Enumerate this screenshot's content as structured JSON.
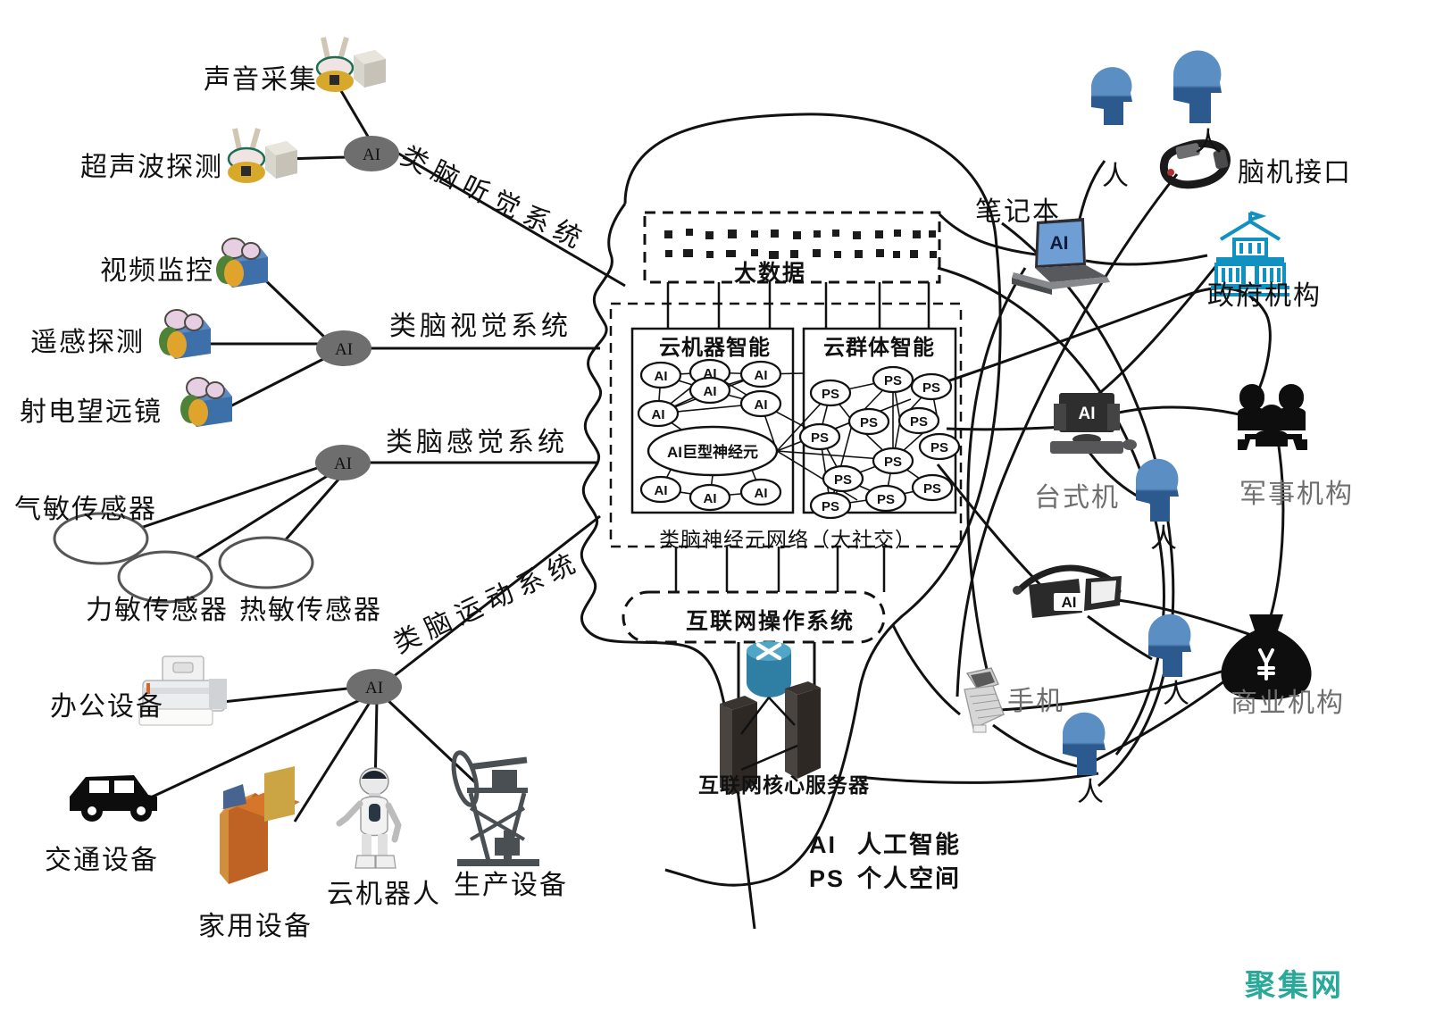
{
  "watermark": {
    "text": "聚集网",
    "color": "#2aa89a"
  },
  "legend": {
    "items": [
      {
        "key": "AI",
        "label": "人工智能"
      },
      {
        "key": "PS",
        "label": "个人空间"
      }
    ]
  },
  "brain": {
    "big_data": {
      "label": "大数据"
    },
    "neuron_network_caption": "类脑神经元网络（大社交）",
    "cloud_machine": {
      "title": "云机器智能",
      "giant_neuron": "AI巨型神经元",
      "nodes": [
        "AI",
        "AI",
        "AI",
        "AI",
        "AI",
        "AI",
        "AI",
        "AI"
      ]
    },
    "cloud_crowd": {
      "title": "云群体智能",
      "nodes": [
        "PS",
        "PS",
        "PS",
        "PS",
        "PS",
        "PS",
        "PS",
        "PS",
        "PS",
        "PS",
        "PS",
        "PS"
      ]
    },
    "internet_os": {
      "label": "互联网操作系统"
    },
    "core_servers": {
      "label": "互联网核心服务器"
    }
  },
  "systems": [
    {
      "name": "auditory",
      "label": "类脑听觉系统"
    },
    {
      "name": "visual",
      "label": "类脑视觉系统"
    },
    {
      "name": "sensory",
      "label": "类脑感觉系统"
    },
    {
      "name": "motor",
      "label": "类脑运动系统"
    }
  ],
  "hubs": [
    {
      "name": "auditory-hub",
      "label": "AI"
    },
    {
      "name": "visual-hub",
      "label": "AI"
    },
    {
      "name": "sensory-hub",
      "label": "AI"
    },
    {
      "name": "motor-hub",
      "label": "AI"
    }
  ],
  "inputs": {
    "auditory": [
      {
        "name": "sound-collection",
        "label": "声音采集",
        "icon": "microphone-sensor-icon"
      },
      {
        "name": "ultrasonic-detection",
        "label": "超声波探测",
        "icon": "microphone-sensor-icon"
      }
    ],
    "visual": [
      {
        "name": "video-surveillance",
        "label": "视频监控",
        "icon": "camera-icon"
      },
      {
        "name": "remote-sensing",
        "label": "遥感探测",
        "icon": "camera-icon"
      },
      {
        "name": "radio-telescope",
        "label": "射电望远镜",
        "icon": "camera-icon"
      }
    ],
    "sensory": [
      {
        "name": "gas-sensor",
        "label": "气敏传感器",
        "icon": "ellipse-sensor-icon"
      },
      {
        "name": "force-sensor",
        "label": "力敏传感器",
        "icon": "ellipse-sensor-icon"
      },
      {
        "name": "thermal-sensor",
        "label": "热敏传感器",
        "icon": "ellipse-sensor-icon"
      }
    ],
    "motor": [
      {
        "name": "office-equipment",
        "label": "办公设备",
        "icon": "printer-icon"
      },
      {
        "name": "transport-equipment",
        "label": "交通设备",
        "icon": "car-icon"
      },
      {
        "name": "home-equipment",
        "label": "家用设备",
        "icon": "appliance-icon"
      },
      {
        "name": "cloud-robot",
        "label": "云机器人",
        "icon": "robot-icon"
      },
      {
        "name": "production-equipment",
        "label": "生产设备",
        "icon": "oil-pump-icon"
      }
    ]
  },
  "right_side": {
    "devices": [
      {
        "name": "laptop",
        "label": "笔记本",
        "badge": "AI",
        "icon": "laptop-icon"
      },
      {
        "name": "desktop",
        "label": "台式机",
        "badge": "AI",
        "icon": "desktop-computer-icon"
      },
      {
        "name": "smart-glasses",
        "label": "",
        "badge": "AI",
        "icon": "glasses-icon"
      },
      {
        "name": "mobile-phone",
        "label": "手机",
        "badge": "",
        "icon": "flip-phone-icon"
      },
      {
        "name": "brain-computer-interface",
        "label": "脑机接口",
        "badge": "",
        "icon": "headset-icon"
      }
    ],
    "people": [
      {
        "name": "person-1",
        "label": "人"
      },
      {
        "name": "person-2",
        "label": "人"
      },
      {
        "name": "person-3",
        "label": "人"
      },
      {
        "name": "person-4",
        "label": "人"
      },
      {
        "name": "person-5",
        "label": "人"
      }
    ],
    "organizations": [
      {
        "name": "government-org",
        "label": "政府机构",
        "icon": "government-building-icon",
        "color": "#1191c0"
      },
      {
        "name": "military-org",
        "label": "军事机构",
        "icon": "soldiers-icon",
        "color": "#111111"
      },
      {
        "name": "business-org",
        "label": "商业机构",
        "icon": "money-bag-icon",
        "color": "#111111"
      }
    ]
  },
  "colors": {
    "hub_fill": "#6e6e6e",
    "line": "#111111",
    "person_blue_light": "#4d82b8",
    "person_blue_dark": "#2d5a8e",
    "router_teal": "#3d8fb5",
    "server_dark": "#3a3330",
    "gov_blue": "#1191c0"
  }
}
